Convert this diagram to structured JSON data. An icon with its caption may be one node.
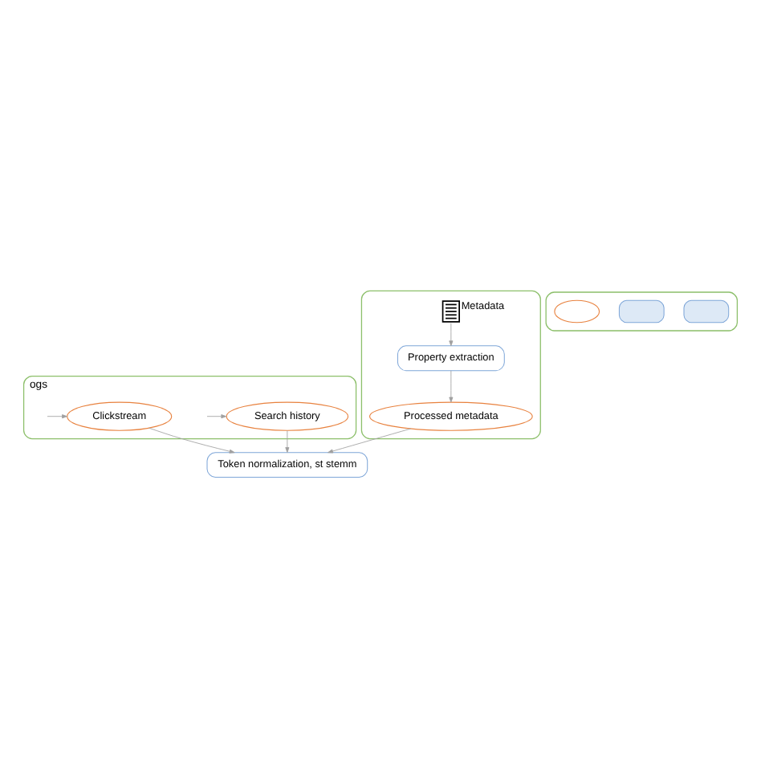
{
  "diagram": {
    "nodes": [
      {
        "text": [
          "ogs"
        ]
      },
      {
        "text": [
          "Search history"
        ],
        "in": 0
      },
      {
        "text": [
          "Clickstream"
        ],
        "in": 0
      },
      {
        "text": [],
        "shape": "box"
      },
      {
        "text": [],
        "shape": "picture",
        "beside": [
          "Metadata"
        ],
        "in": 3
      },
      {
        "text": [
          "Property extraction"
        ],
        "in": 3
      },
      {
        "text": [
          "Processed metadata"
        ],
        "in": 3
      },
      {
        "text": [],
        "shape": "box"
      },
      {
        "text": [],
        "shape": "box",
        "in": 7
      },
      {
        "text": [],
        "shape": "box",
        "in": 7
      },
      {
        "text": [],
        "shape": "ellipse",
        "in": 7
      },
      {
        "text": [
          "Token normalization, st stemm"
        ]
      }
    ],
    "edges": [
      {
        "from": null,
        "to": 1,
        "arrow": "to"
      },
      {
        "from": null,
        "to": 2,
        "arrow": "to"
      },
      {
        "from": 4,
        "to": 5,
        "arrow": "to"
      },
      {
        "from": 5,
        "to": 6,
        "arrow": "to"
      },
      {
        "from": 6,
        "to": 11,
        "arrow": "to"
      },
      {
        "from": 1,
        "to": 11,
        "arrow": "to"
      },
      {
        "from": 2,
        "to": 11,
        "arrow": "to"
      }
    ]
  }
}
